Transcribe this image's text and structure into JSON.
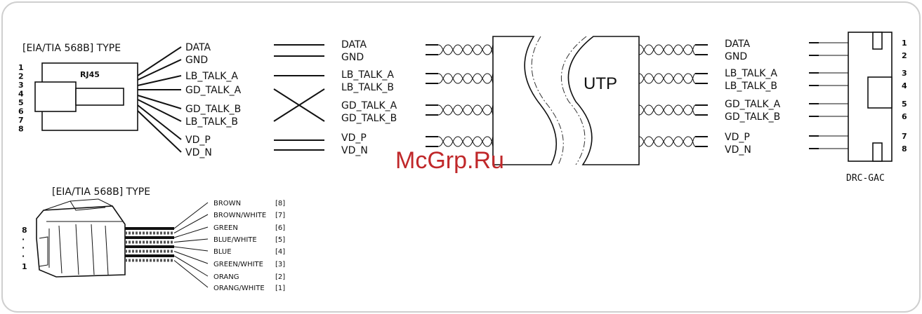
{
  "top_title": "[EIA/TIA 568B] TYPE",
  "rj45_label": "RJ45",
  "pin_numbers": [
    "1",
    "2",
    "3",
    "4",
    "5",
    "6",
    "7",
    "8"
  ],
  "jack_signals": [
    "DATA",
    "GND",
    "LB_TALK_A",
    "GD_TALK_A",
    "GD_TALK_B",
    "LB_TALK_B",
    "VD_P",
    "VD_N"
  ],
  "mid_signals": [
    "DATA",
    "GND",
    "LB_TALK_A",
    "LB_TALK_B",
    "GD_TALK_A",
    "GD_TALK_B",
    "VD_P",
    "VD_N"
  ],
  "cable_label": "UTP",
  "right_signals": [
    "DATA",
    "GND",
    "LB_TALK_A",
    "LB_TALK_B",
    "GD_TALK_A",
    "GD_TALK_B",
    "VD_P",
    "VD_N"
  ],
  "connector_pins": [
    "1",
    "2",
    "3",
    "4",
    "5",
    "6",
    "7",
    "8"
  ],
  "connector_label": "DRC-GAC",
  "watermark": "McGrp.Ru",
  "bottom_title": "[EIA/TIA 568B] TYPE",
  "plug_side_numbers": [
    "8",
    "·",
    "·",
    "·",
    "1"
  ],
  "wire_colors": [
    "BROWN",
    "BROWN/WHITE",
    "GREEN",
    "BLUE/WHITE",
    "BLUE",
    "GREEN/WHITE",
    "ORANG",
    "ORANG/WHITE"
  ],
  "wire_pins": [
    "[8]",
    "[7]",
    "[6]",
    "[5]",
    "[4]",
    "[3]",
    "[2]",
    "[1]"
  ],
  "colors": {
    "border": "#cfcfcf",
    "ink": "#111111",
    "watermark": "#c0282a"
  }
}
